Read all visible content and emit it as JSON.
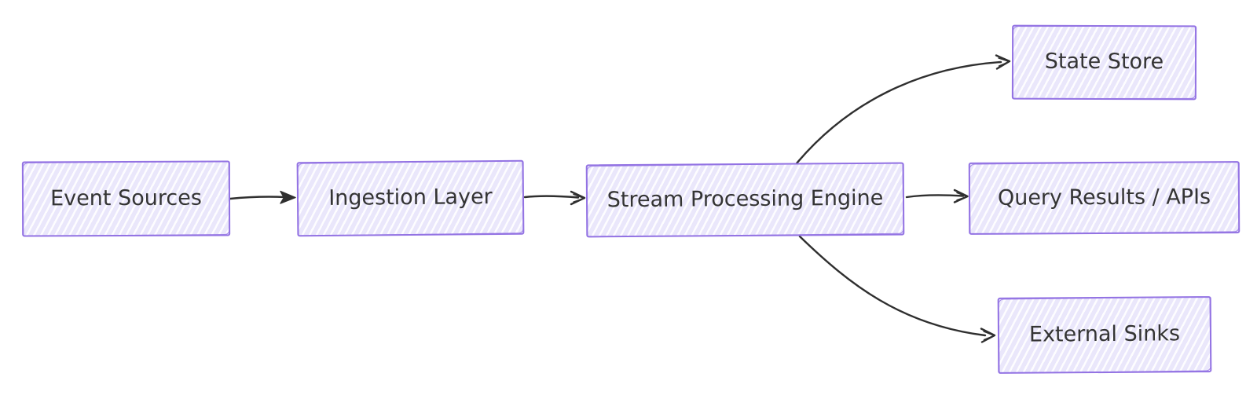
{
  "diagram": {
    "type": "flowchart",
    "direction": "left-to-right",
    "nodes": [
      {
        "id": "event-sources",
        "label": "Event Sources"
      },
      {
        "id": "ingestion-layer",
        "label": "Ingestion Layer"
      },
      {
        "id": "stream-processing-engine",
        "label": "Stream Processing Engine"
      },
      {
        "id": "state-store",
        "label": "State Store"
      },
      {
        "id": "query-results-apis",
        "label": "Query Results / APIs"
      },
      {
        "id": "external-sinks",
        "label": "External Sinks"
      }
    ],
    "edges": [
      {
        "from": "event-sources",
        "to": "ingestion-layer"
      },
      {
        "from": "ingestion-layer",
        "to": "stream-processing-engine"
      },
      {
        "from": "stream-processing-engine",
        "to": "state-store"
      },
      {
        "from": "stream-processing-engine",
        "to": "query-results-apis"
      },
      {
        "from": "stream-processing-engine",
        "to": "external-sinks"
      }
    ],
    "colors": {
      "background": "#ffffff",
      "node_fill": "#eae7fb",
      "node_hatch": "#ffffff",
      "node_border": "#9373e3",
      "arrow": "#2f2f2f",
      "text": "#343434"
    }
  }
}
